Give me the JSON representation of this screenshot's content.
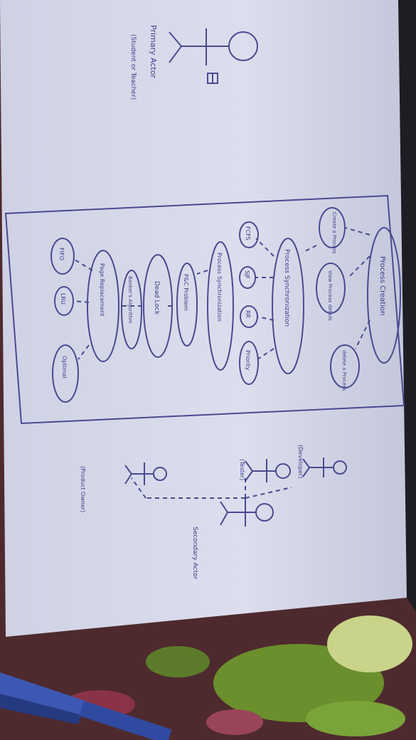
{
  "photo": {
    "primary_actor": {
      "label": "Primary Actor",
      "sublabel": "(Student or Teacher)"
    },
    "secondary_actor": {
      "label": "Secondary Actor"
    },
    "other_actors": [
      {
        "label": "(Developer)"
      },
      {
        "label": "(Tester)"
      },
      {
        "label": "(Product Owner)"
      }
    ],
    "use_cases": [
      {
        "label": "Process Creation"
      },
      {
        "label": "Create a Process"
      },
      {
        "label": "View Process details"
      },
      {
        "label": "delete a Process"
      },
      {
        "label": "Process Synchronization"
      },
      {
        "label": "FCFS"
      },
      {
        "label": "SJF"
      },
      {
        "label": "RR"
      },
      {
        "label": "Priority"
      },
      {
        "label": "Process Synchronization"
      },
      {
        "label": "P&C Problem"
      },
      {
        "label": "Dead Lock"
      },
      {
        "label": "Banker's Algorithm"
      },
      {
        "label": "Page Replacement"
      },
      {
        "label": "FIFO"
      },
      {
        "label": "LRU"
      },
      {
        "label": "Optimal"
      }
    ]
  }
}
